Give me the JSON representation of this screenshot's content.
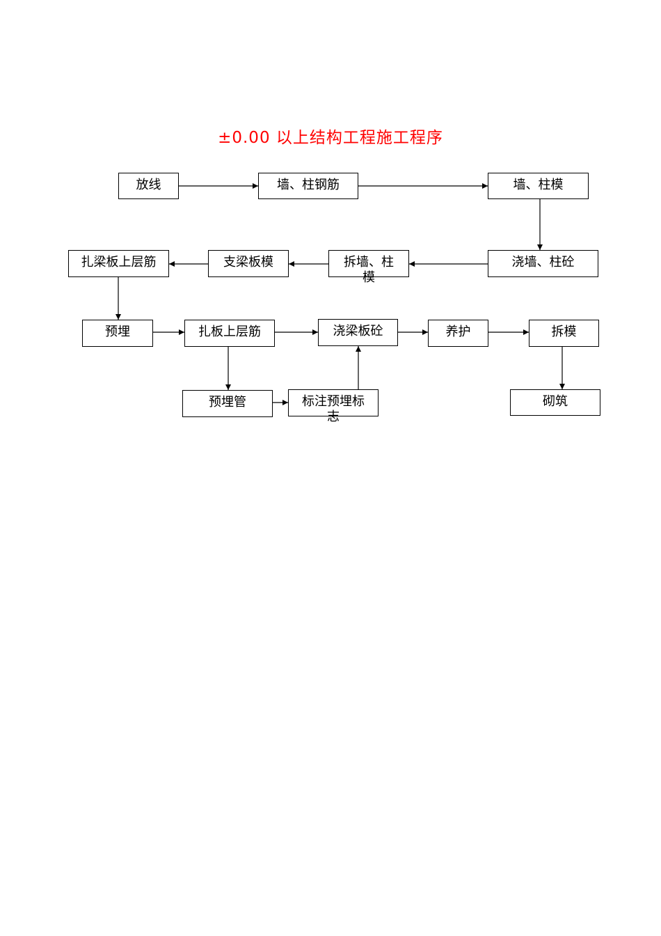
{
  "title": "±0.00 以上结构工程施工程序",
  "colors": {
    "title": "#ff0000",
    "line": "#000000"
  },
  "nodes": {
    "fangxian": "放线",
    "qiang_zhu_gangjin": "墙、柱钢筋",
    "qiang_zhu_mo": "墙、柱模",
    "jiao_qiang_zhu_tong": "浇墙、柱砼",
    "chai_qiang_zhu_mo": "拆墙、柱模",
    "zhi_liang_ban_mo": "支梁板模",
    "za_liang_ban_shangceng_jin": "扎梁板上层筋",
    "yumai": "预埋",
    "za_ban_shangceng_jin": "扎板上层筋",
    "jiao_liang_ban_tong": "浇梁板砼",
    "yanghu": "养护",
    "chaimo": "拆模",
    "yumai_guan": "预埋管",
    "biaozhu_yumai_biaozhi": "标注预埋标志",
    "qizhu": "砌筑"
  }
}
